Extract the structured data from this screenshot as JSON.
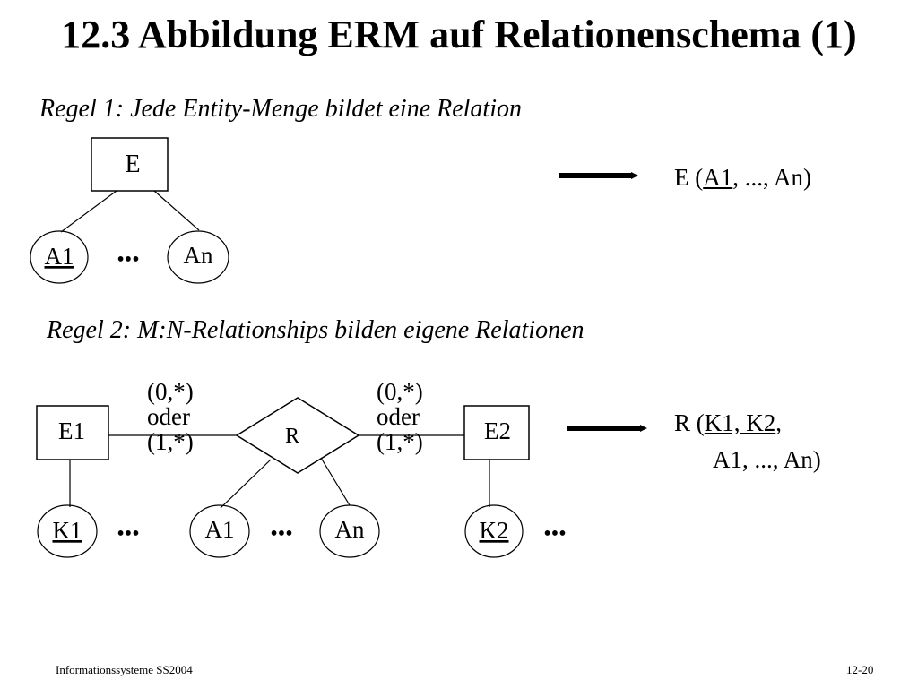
{
  "title": "12.3 Abbildung ERM auf Relationenschema (1)",
  "rule1": {
    "heading": "Regel 1: Jede Entity-Menge bildet eine Relation",
    "entity": "E",
    "attr_first": "A1",
    "attr_last": "An",
    "dots": "•••",
    "result": {
      "prefix": "E (",
      "key": "A1",
      "rest": ", ..., An)"
    }
  },
  "rule2": {
    "heading": "Regel 2: M:N-Relationships bilden eigene Relationen",
    "entity1": "E1",
    "entity2": "E2",
    "relationship": "R",
    "card_left": [
      "(0,*)",
      "oder",
      "(1,*)"
    ],
    "card_right": [
      "(0,*)",
      "oder",
      "(1,*)"
    ],
    "key1": "K1",
    "key2": "K2",
    "rel_attr_first": "A1",
    "rel_attr_last": "An",
    "dots": "•••",
    "result": {
      "prefix": "R (",
      "keys": "K1, K2",
      "comma": ",",
      "line2": "A1,  ..., An)"
    }
  },
  "footer": {
    "left": "Informationssysteme SS2004",
    "right": "12-20"
  }
}
